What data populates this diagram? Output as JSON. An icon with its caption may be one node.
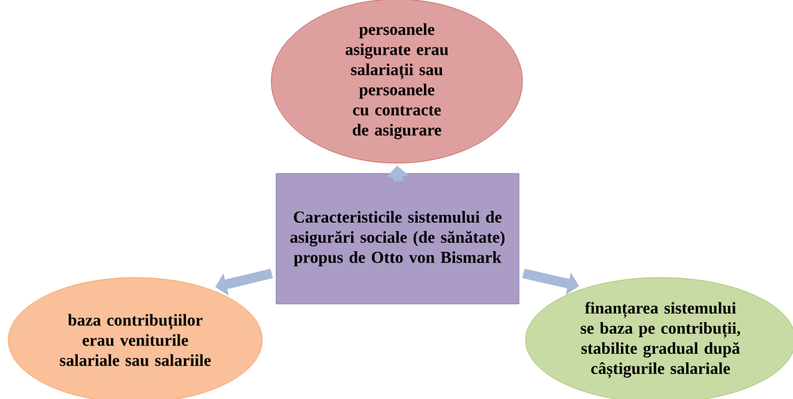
{
  "diagram": {
    "nodes": [
      {
        "text": [
          "Caracteristicile sistemului de asigurări sociale (de sănătate) propus de Otto von Bismark"
        ]
      },
      {
        "text": [
          "persoanele asigurate erau salariații sau persoanele cu contracte de asigurare"
        ]
      },
      {
        "text": [
          "baza contribuțiilor erau veniturile salariale sau salariile"
        ]
      },
      {
        "text": [
          "finanțarea sistemului se baza pe contribuții, stabilite gradual după câștigurile salariale"
        ]
      }
    ],
    "edges": [
      {
        "from": 0,
        "to": 1,
        "arrow": "to"
      },
      {
        "from": 0,
        "to": 2,
        "arrow": "to"
      },
      {
        "from": 0,
        "to": 3,
        "arrow": "to"
      }
    ]
  }
}
